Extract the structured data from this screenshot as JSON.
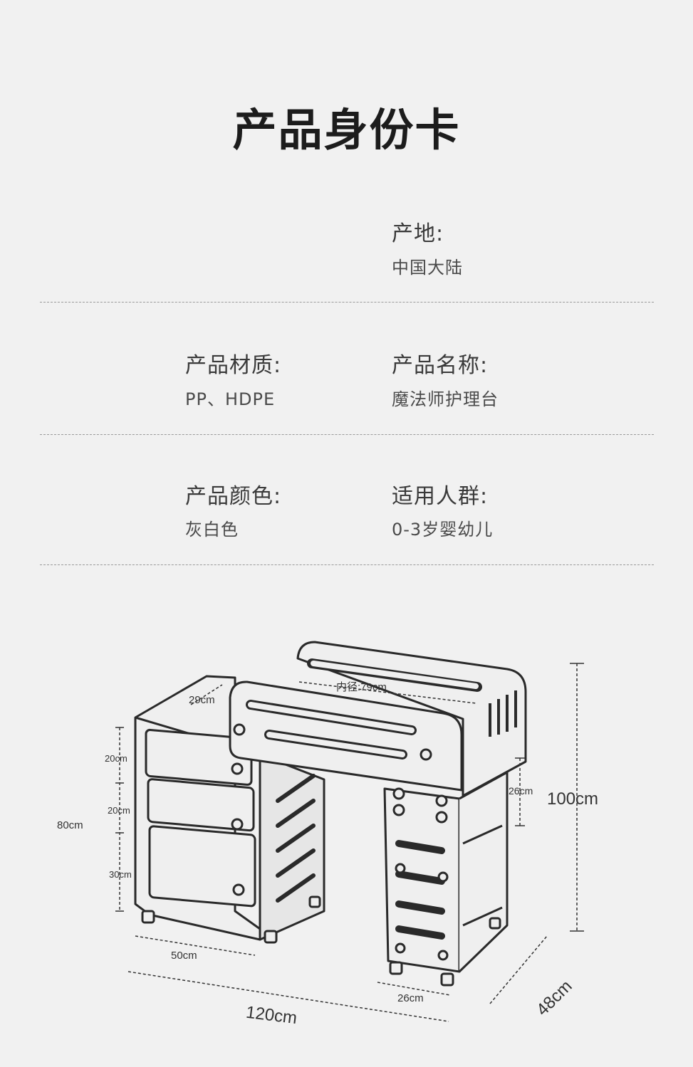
{
  "title": "产品身份卡",
  "specs": {
    "origin": {
      "label": "产地:",
      "value": "中国大陆"
    },
    "material": {
      "label": "产品材质:",
      "value": "PP、HDPE"
    },
    "name": {
      "label": "产品名称:",
      "value": "魔法师护理台"
    },
    "color": {
      "label": "产品颜色:",
      "value": "灰白色"
    },
    "audience": {
      "label": "适用人群:",
      "value": "0-3岁婴幼儿"
    }
  },
  "dimensions": {
    "inner_diameter": "内径:79cm",
    "basin_width": "29cm",
    "drawer1": "20cm",
    "drawer2": "20cm",
    "drawer3": "30cm",
    "cabinet_height": "80cm",
    "rail_height": "26cm",
    "total_height": "100cm",
    "cabinet_width": "50cm",
    "leg_width": "26cm",
    "total_width": "120cm",
    "depth": "48cm"
  }
}
